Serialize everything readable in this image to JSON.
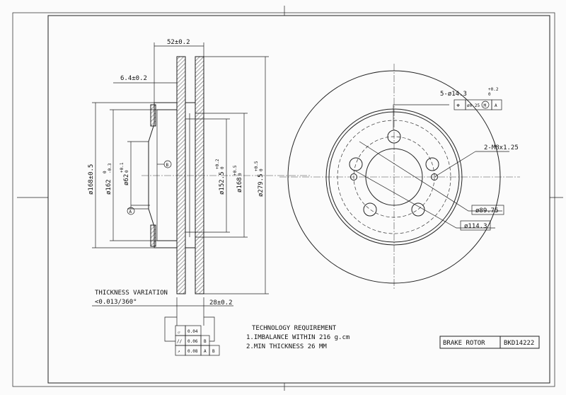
{
  "dimensions": {
    "width_total": "52±0.2",
    "hat_offset": "6.4±0.2",
    "dia_168": "ø168±0.5",
    "dia_162": "ø162",
    "dia_162_tol_upper": "0",
    "dia_162_tol_lower": "-0.3",
    "dia_62": "ø62",
    "dia_62_tol_upper": "+0.1",
    "dia_62_tol_lower": "0",
    "dia_152": "ø152.5",
    "dia_152_tol_upper": "+0.2",
    "dia_152_tol_lower": "0",
    "dia_168b": "ø168",
    "dia_168b_tol_upper": "+0.5",
    "dia_168b_tol_lower": "0",
    "dia_279": "ø279.5",
    "dia_279_tol_upper": "+0.5",
    "dia_279_tol_lower": "0",
    "thickness": "28±0.2",
    "datum_a": "A",
    "datum_b": "B"
  },
  "thickness_variation": {
    "label": "THICKNESS VARIATION",
    "value": "<0.013/360°"
  },
  "tolerance_frame": {
    "rows": [
      {
        "symbol": "▱",
        "value": "0.04",
        "refs": []
      },
      {
        "symbol": "//",
        "value": "0.06",
        "refs": [
          "B"
        ]
      },
      {
        "symbol": "↗",
        "value": "0.08",
        "refs": [
          "A",
          "B"
        ]
      }
    ]
  },
  "front_view": {
    "bolt_holes": "5-ø14.3",
    "bolt_holes_tol_upper": "+0.2",
    "bolt_holes_tol_lower": "0",
    "position_symbol": "⌖",
    "position_tol": "ø0.25",
    "modifier": "M",
    "position_ref": "A",
    "threaded": "2-M8x1.25",
    "pilot_dia": "ø89.75",
    "pcd": "ø114.3"
  },
  "requirements": {
    "title": "TECHNOLOGY REQUIREMENT",
    "items": [
      "1.IMBALANCE WITHIN 216 g.cm",
      "2.MIN THICKNESS 26 MM"
    ]
  },
  "title_block": {
    "name": "BRAKE ROTOR",
    "part_number": "BKD14222"
  }
}
